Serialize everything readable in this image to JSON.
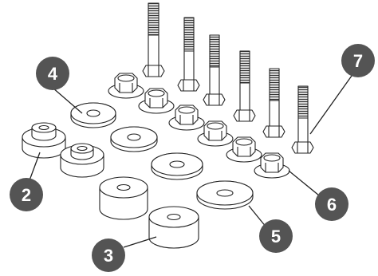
{
  "diagram": {
    "callouts": {
      "c2": "2",
      "c3": "3",
      "c4": "4",
      "c5": "5",
      "c6": "6",
      "c7": "7"
    }
  },
  "colors": {
    "callout_fill": "#545454",
    "stroke": "#222222",
    "part_fill": "#ffffff",
    "thread": "#555555"
  }
}
